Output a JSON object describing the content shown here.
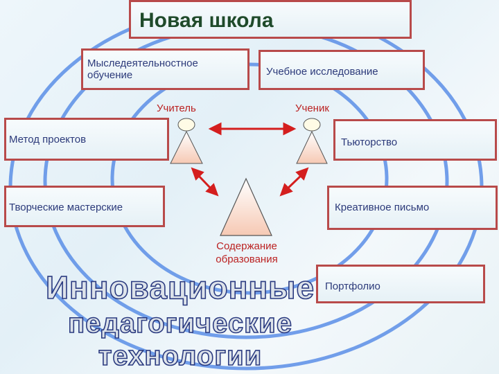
{
  "title": "Новая школа",
  "boxes": {
    "mysledeyatelnostnoe": [
      "Мыследеятельностное",
      "обучение"
    ],
    "uchebnoe": "Учебное исследование",
    "metod": "Метод проектов",
    "tyutorstvo": "Тьюторство",
    "tvorcheskie": "Творческие мастерские",
    "kreativnoe": "Креативное письмо",
    "portfolio": "Портфолио"
  },
  "labels": {
    "teacher": "Учитель",
    "student": "Ученик",
    "content": [
      "Содержание",
      "образования"
    ]
  },
  "big_text": [
    "Инновационные",
    "педагогические",
    "технологии"
  ],
  "colors": {
    "box_border": "#b84a4a",
    "box_text": "#2c3a7a",
    "arrow": "#d41e1e",
    "circles": "#5b8ee6",
    "title_text": "#1f4a2a"
  }
}
